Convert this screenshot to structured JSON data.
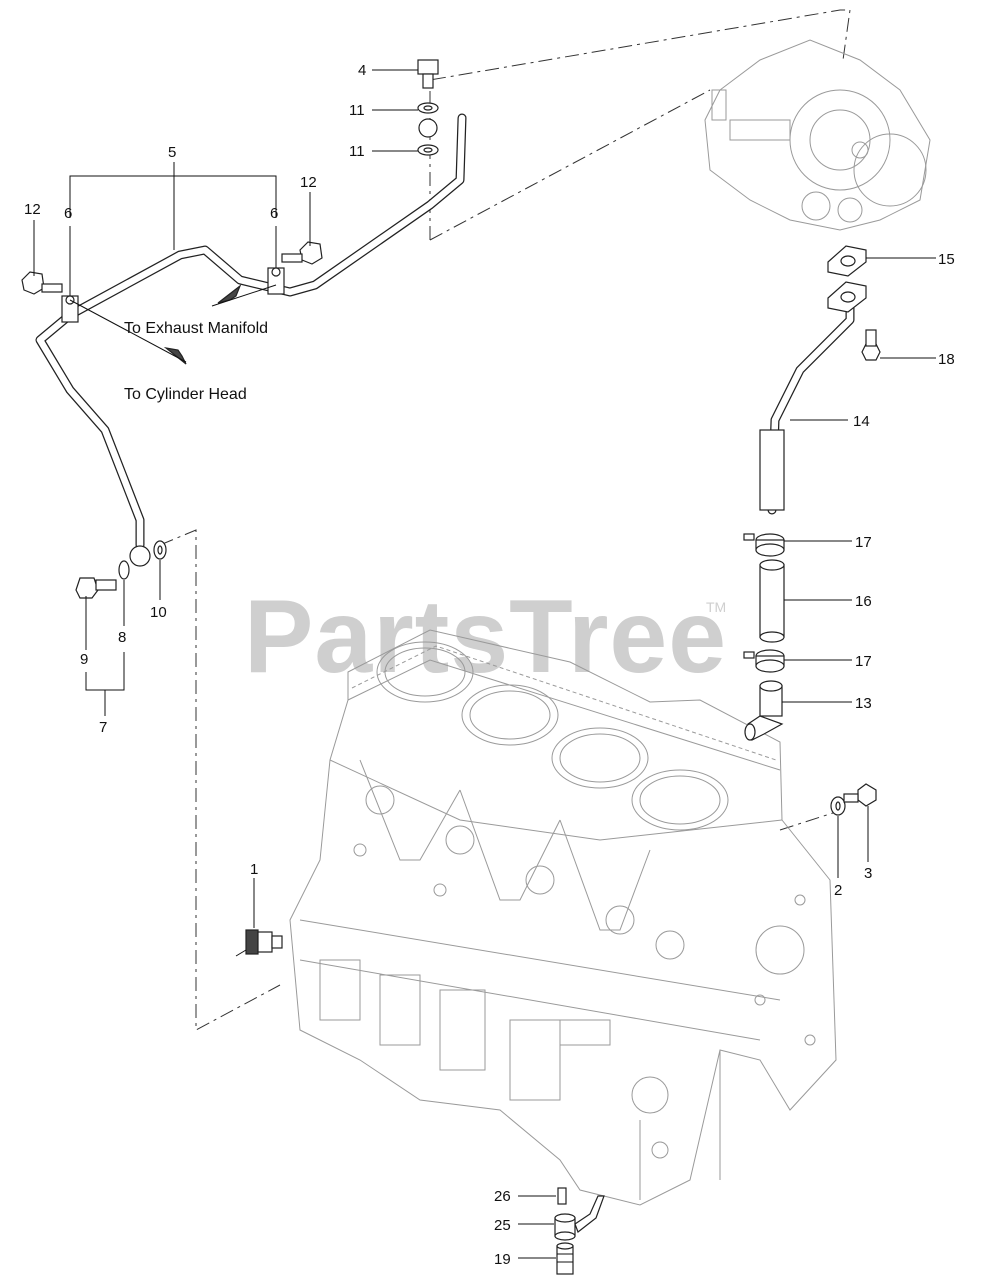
{
  "watermark": {
    "text": "PartsTree",
    "trademark": "TM"
  },
  "annotations": {
    "exhaust_manifold": "To Exhaust Manifold",
    "cylinder_head": "To Cylinder Head"
  },
  "callouts": {
    "c1": "1",
    "c2": "2",
    "c3": "3",
    "c4": "4",
    "c5": "5",
    "c6a": "6",
    "c6b": "6",
    "c7": "7",
    "c8": "8",
    "c9": "9",
    "c10": "10",
    "c11a": "11",
    "c11b": "11",
    "c12a": "12",
    "c12b": "12",
    "c13": "13",
    "c14": "14",
    "c15": "15",
    "c16": "16",
    "c17a": "17",
    "c17b": "17",
    "c18": "18",
    "c19": "19",
    "c25": "25",
    "c26": "26"
  }
}
